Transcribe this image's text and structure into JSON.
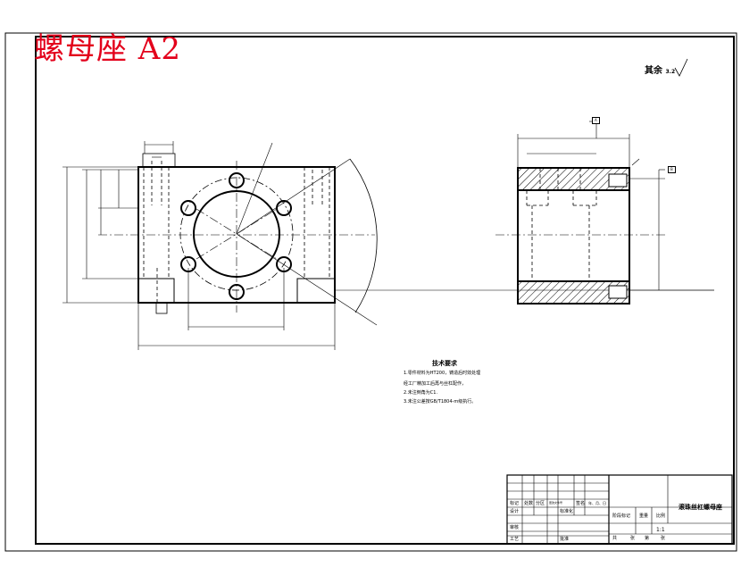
{
  "title": "螺母座 A2",
  "roughness_note": "其余",
  "roughness_value": "3.2",
  "technical_requirements": {
    "heading": "技术要求",
    "items": [
      "1.零件材料为HT200，铸造后时效处理",
      "经工厂精加工后再与丝杠配作，",
      "2.未注倒角为C1.",
      "3.未注公差按GB/T1804-m级执行。"
    ]
  },
  "title_block": {
    "part_name": "滚珠丝杠螺母座",
    "scale": "1:1",
    "cells": [
      "标记",
      "处数",
      "分区",
      "更改文件号",
      "签名",
      "年、月、日",
      "设计",
      "标准化",
      "审核",
      "工艺",
      "批准",
      "阶段标记",
      "重量",
      "比例",
      "共",
      "张",
      "第",
      "张"
    ]
  },
  "datum_labels": [
    "A",
    "B"
  ],
  "colors": {
    "title_red": "#e3001b",
    "line": "#000000",
    "hatch": "#000000",
    "background": "#ffffff"
  }
}
